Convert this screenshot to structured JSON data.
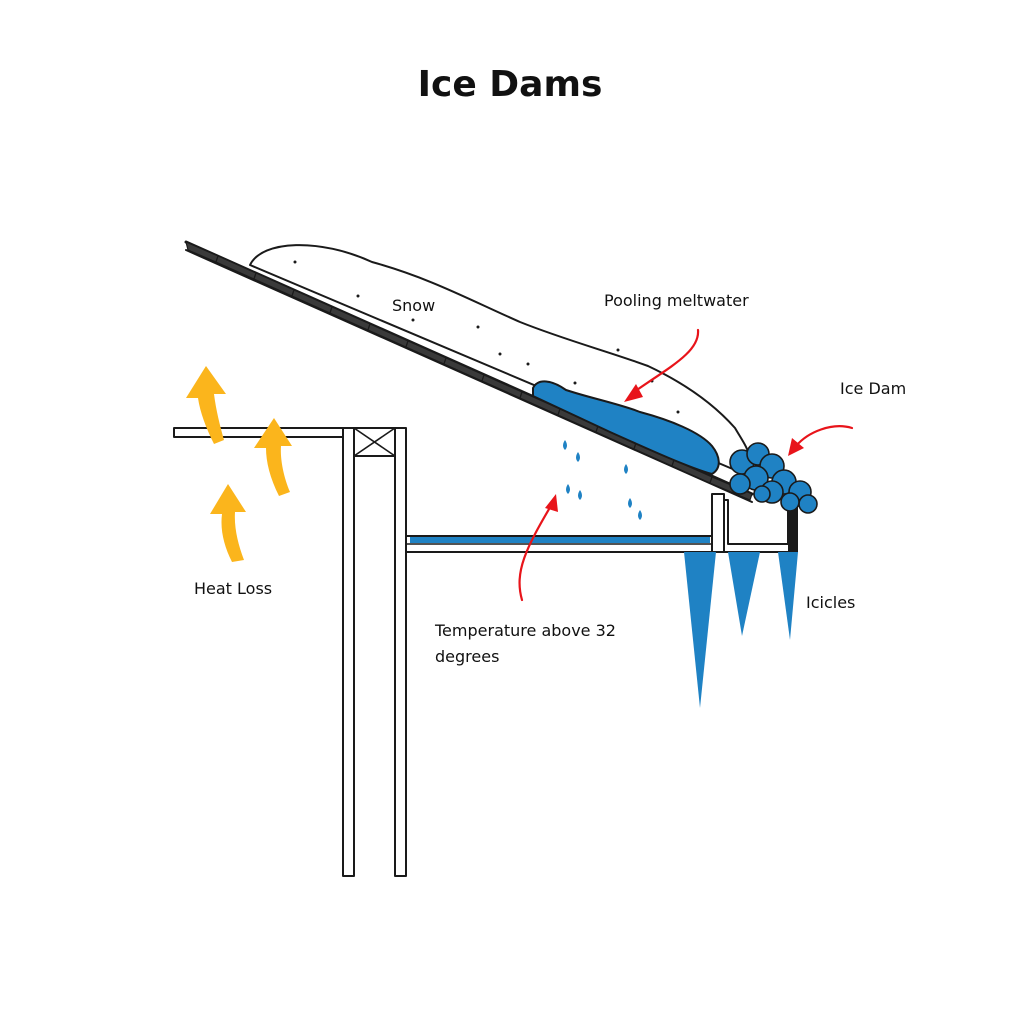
{
  "title": "Ice Dams",
  "labels": {
    "snow": "Snow",
    "pooling_meltwater": "Pooling meltwater",
    "ice_dam": "Ice Dam",
    "heat_loss": "Heat Loss",
    "icicles": "Icicles",
    "temperature_line1": "Temperature above 32",
    "temperature_line2": "degrees"
  },
  "colors": {
    "water_blue": "#1f82c4",
    "heat_arrow": "#fbb51c",
    "pointer_arrow": "#e8141a",
    "outline": "#1a1a1a"
  }
}
